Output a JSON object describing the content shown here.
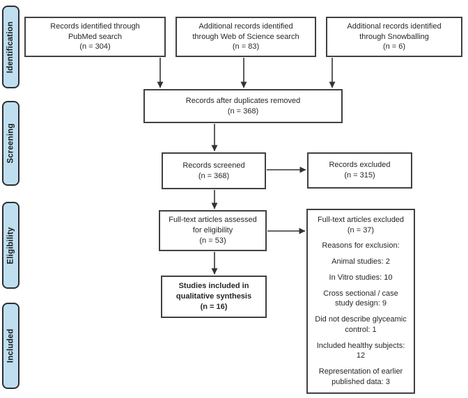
{
  "diagram": {
    "stages": [
      "Identification",
      "Screening",
      "Eligibility",
      "Included"
    ],
    "boxes": {
      "pubmed": {
        "line1": "Records identified through",
        "line2": "PubMed search",
        "count": "(n = 304)"
      },
      "wos": {
        "line1": "Additional records identified",
        "line2": "through Web of Science search",
        "count": "(n = 83)"
      },
      "snowball": {
        "line1": "Additional records identified",
        "line2": "through Snowballing",
        "count": "(n = 6)"
      },
      "duplicates": {
        "line1": "Records after duplicates removed",
        "count": "(n = 368)"
      },
      "screened": {
        "line1": "Records screened",
        "count": "(n = 368)"
      },
      "excluded": {
        "line1": "Records excluded",
        "count": "(n = 315)"
      },
      "eligibility": {
        "line1": "Full-text articles assessed",
        "line2": "for eligibility",
        "count": "(n = 53)"
      },
      "included": {
        "line1": "Studies included in",
        "line2": "qualitative synthesis",
        "count": "(n = 16)"
      },
      "fulltext_excluded": {
        "title": "Full-text articles excluded",
        "count": "(n = 37)",
        "reasons_heading": "Reasons for exclusion:",
        "reasons": [
          "Animal studies: 2",
          "In Vitro studies: 10",
          "Cross sectional / case study design: 9",
          "Did not describe glyceamic control: 1",
          "Included healthy subjects: 12",
          "Representation of earlier published data: 3"
        ]
      }
    },
    "colors": {
      "stage_fill": "#bfdff1",
      "stage_border": "#2e2e2e",
      "box_border": "#404040",
      "text": "#262626",
      "arrow": "#333333"
    }
  }
}
